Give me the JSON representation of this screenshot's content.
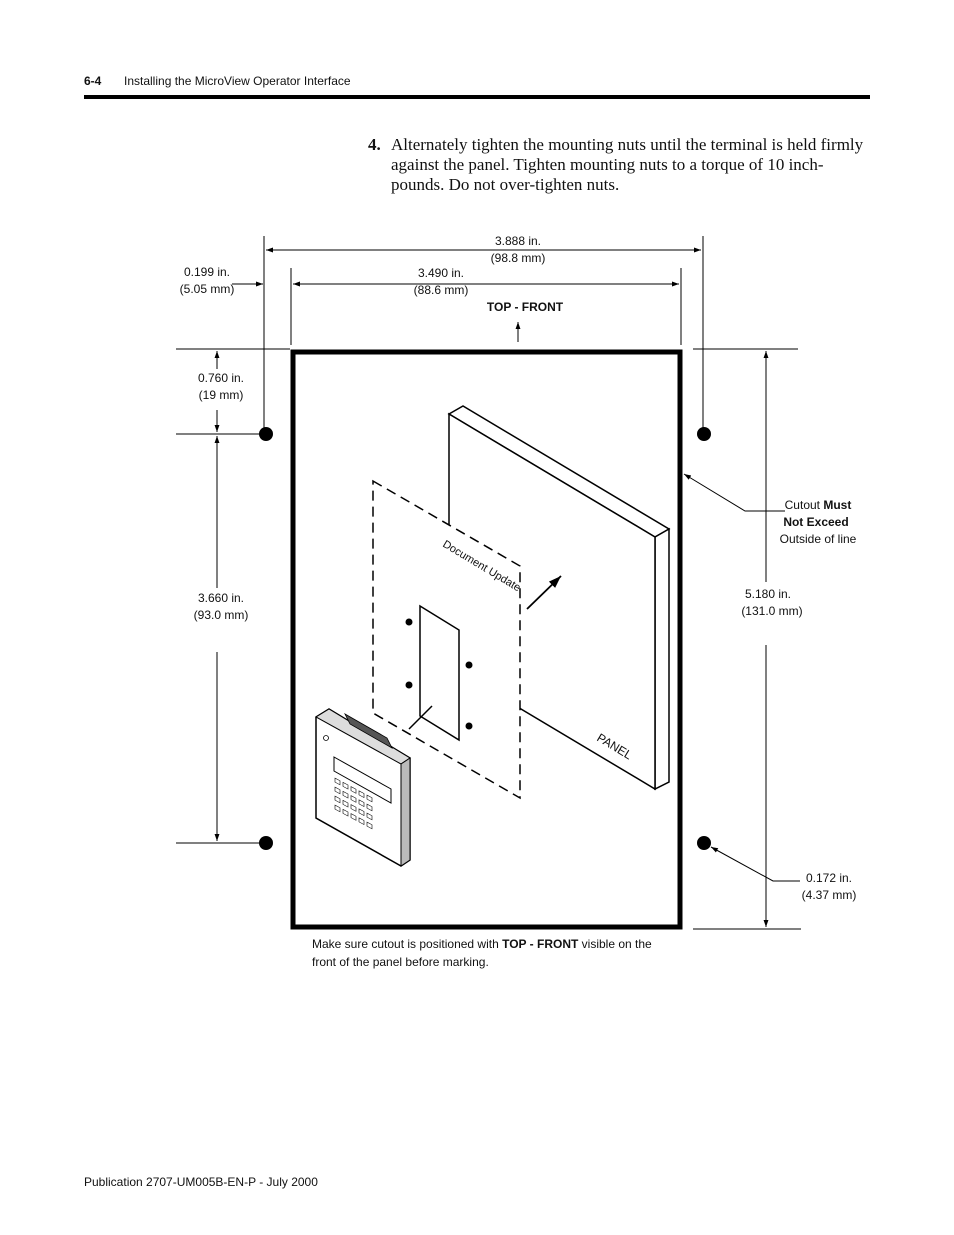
{
  "header": {
    "page_number": "6-4",
    "section_title": "Installing the MicroView Operator Interface"
  },
  "step": {
    "number": "4.",
    "text": "Alternately tighten the mounting nuts until the terminal is held firmly against the panel.  Tighten mounting nuts to a torque of 10 inch-pounds.  Do not over-tighten nuts."
  },
  "figure": {
    "dim_overall_width": {
      "in": "3.888 in.",
      "mm": "(98.8 mm)"
    },
    "dim_cutout_width": {
      "in": "3.490 in.",
      "mm": "(88.6 mm)"
    },
    "dim_left_offset": {
      "in": "0.199 in.",
      "mm": "(5.05 mm)"
    },
    "dim_top_offset": {
      "in": "0.760 in.",
      "mm": "(19 mm)"
    },
    "dim_hole_spacing": {
      "in": "3.660 in.",
      "mm": "(93.0 mm)"
    },
    "dim_overall_height": {
      "in": "5.180 in.",
      "mm": "(131.0 mm)"
    },
    "dim_hole_diameter": {
      "in": "0.172 in.",
      "mm": "(4.37 mm)"
    },
    "top_front_label": "TOP - FRONT",
    "cutout_note": {
      "part1": "Cutout ",
      "must": "Must",
      "not_exceed": "Not Exceed",
      "outside": "Outside of line"
    },
    "panel_label": "PANEL",
    "document_label": "Document Update",
    "caption": {
      "part1": "Make sure cutout is positioned with ",
      "bold": "TOP - FRONT",
      "part2": " visible on the",
      "line2": "front of the panel before marking."
    }
  },
  "footer": {
    "publication": "Publication 2707-UM005B-EN-P - July 2000"
  }
}
